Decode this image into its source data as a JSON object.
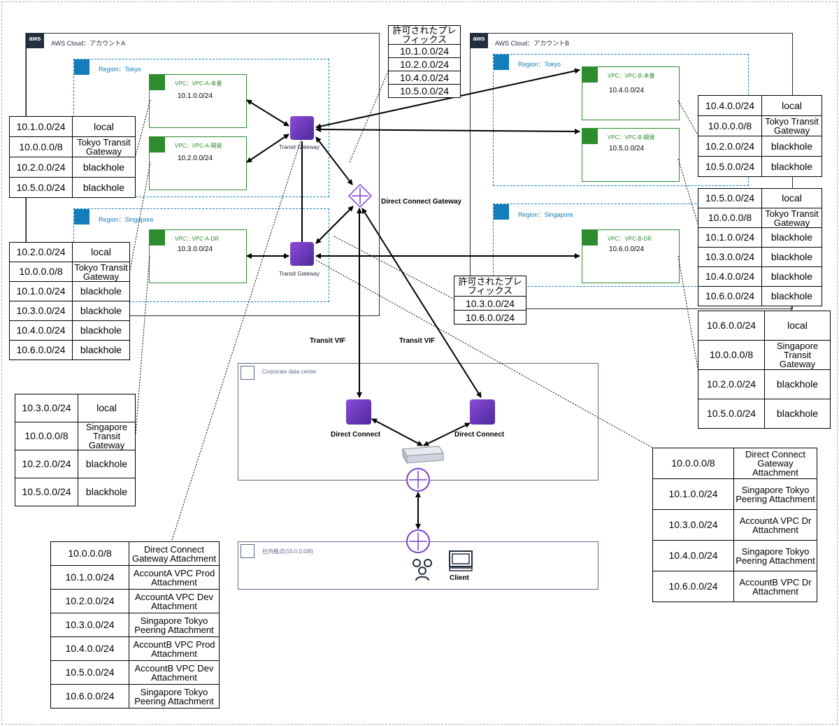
{
  "cloud_a": {
    "label": "AWS Cloud：アカウントA",
    "logo": "aws"
  },
  "cloud_b": {
    "label": "AWS Cloud：アカウントB",
    "logo": "aws"
  },
  "region_a_tokyo": "Region：Tokyo",
  "region_a_singapore": "Region：Singapore",
  "region_b_tokyo": "Region：Tokyo",
  "region_b_singapore": "Region：Singapore",
  "vpcs": {
    "a_prod": {
      "name": "VPC：VPC-A-本番",
      "cidr": "10.1.0.0/24"
    },
    "a_dev": {
      "name": "VPC：VPC-A-開発",
      "cidr": "10.2.0.0/24"
    },
    "a_dr": {
      "name": "VPC：VPC-A-DR",
      "cidr": "10.3.0.0/24"
    },
    "b_prod": {
      "name": "VPC：VPC-B-本番",
      "cidr": "10.4.0.0/24"
    },
    "b_dev": {
      "name": "VPC：VPC-B-開発",
      "cidr": "10.5.0.0/24"
    },
    "b_dr": {
      "name": "VPC：VPC-B-DR",
      "cidr": "10.6.0.0/24"
    }
  },
  "labels": {
    "tgw_tokyo": "Transit Gateway",
    "tgw_singapore": "Transit Gateway",
    "dxgw": "Direct Connect Gateway",
    "transit_vif_1": "Transit VIF",
    "transit_vif_2": "Transit VIF",
    "corporate_dc": "Corporate data center",
    "office": "社内拠点(10.0.0.0/8)",
    "dx_1": "Direct Connect",
    "dx_2": "Direct Connect",
    "client": "Client"
  },
  "prefix_tokyo": {
    "title": "許可されたプレフィックス",
    "items": [
      "10.1.0.0/24",
      "10.2.0.0/24",
      "10.4.0.0/24",
      "10.5.0.0/24"
    ]
  },
  "prefix_singapore": {
    "title": "許可されたプレフィックス",
    "items": [
      "10.3.0.0/24",
      "10.6.0.0/24"
    ]
  },
  "rt_a_tokyo": [
    [
      "10.1.0.0/24",
      "local"
    ],
    [
      "10.0.0.0/8",
      "Tokyo Transit Gateway"
    ],
    [
      "10.2.0.0/24",
      "blackhole"
    ],
    [
      "10.5.0.0/24",
      "blackhole"
    ]
  ],
  "rt_a_sg": [
    [
      "10.2.0.0/24",
      "local"
    ],
    [
      "10.0.0.0/8",
      "Tokyo Transit Gateway"
    ],
    [
      "10.1.0.0/24",
      "blackhole"
    ],
    [
      "10.3.0.0/24",
      "blackhole"
    ],
    [
      "10.4.0.0/24",
      "blackhole"
    ],
    [
      "10.6.0.0/24",
      "blackhole"
    ]
  ],
  "rt_a_dr": [
    [
      "10.3.0.0/24",
      "local"
    ],
    [
      "10.0.0.0/8",
      "Singapore Transit Gateway"
    ],
    [
      "10.2.0.0/24",
      "blackhole"
    ],
    [
      "10.5.0.0/24",
      "blackhole"
    ]
  ],
  "rt_tgw_tokyo": [
    [
      "10.0.0.0/8",
      "Direct Connect Gateway Attachment"
    ],
    [
      "10.1.0.0/24",
      "AccountA VPC Prod Attachment"
    ],
    [
      "10.2.0.0/24",
      "AccountA VPC Dev Attachment"
    ],
    [
      "10.3.0.0/24",
      "Singapore Tokyo Peering Attachment"
    ],
    [
      "10.4.0.0/24",
      "AccountB VPC Prod Attachment"
    ],
    [
      "10.5.0.0/24",
      "AccountB VPC Dev Attachment"
    ],
    [
      "10.6.0.0/24",
      "Singapore Tokyo Peering Attachment"
    ]
  ],
  "rt_b_prod": [
    [
      "10.4.0.0/24",
      "local"
    ],
    [
      "10.0.0.0/8",
      "Tokyo Transit Gateway"
    ],
    [
      "10.2.0.0/24",
      "blackhole"
    ],
    [
      "10.5.0.0/24",
      "blackhole"
    ]
  ],
  "rt_b_dev": [
    [
      "10.5.0.0/24",
      "local"
    ],
    [
      "10.0.0.0/8",
      "Tokyo Transit Gateway"
    ],
    [
      "10.1.0.0/24",
      "blackhole"
    ],
    [
      "10.3.0.0/24",
      "blackhole"
    ],
    [
      "10.4.0.0/24",
      "blackhole"
    ],
    [
      "10.6.0.0/24",
      "blackhole"
    ]
  ],
  "rt_b_dr": [
    [
      "10.6.0.0/24",
      "local"
    ],
    [
      "10.0.0.0/8",
      "Singapore Transit Gateway"
    ],
    [
      "10.2.0.0/24",
      "blackhole"
    ],
    [
      "10.5.0.0/24",
      "blackhole"
    ]
  ],
  "rt_tgw_sg": [
    [
      "10.0.0.0/8",
      "Direct Connect Gateway Attachment"
    ],
    [
      "10.1.0.0/24",
      "Singapore Tokyo Peering Attachment"
    ],
    [
      "10.3.0.0/24",
      "AccountA VPC Dr Attachment"
    ],
    [
      "10.4.0.0/24",
      "Singapore Tokyo Peering Attachment"
    ],
    [
      "10.6.0.0/24",
      "AccountB VPC Dr Attachment"
    ]
  ],
  "colors": {
    "aws_dark": "#232f3e",
    "region": "#147eba",
    "vpc": "#2e8b2e",
    "purple": "#7b3fd1",
    "dc": "#5a6b86"
  }
}
